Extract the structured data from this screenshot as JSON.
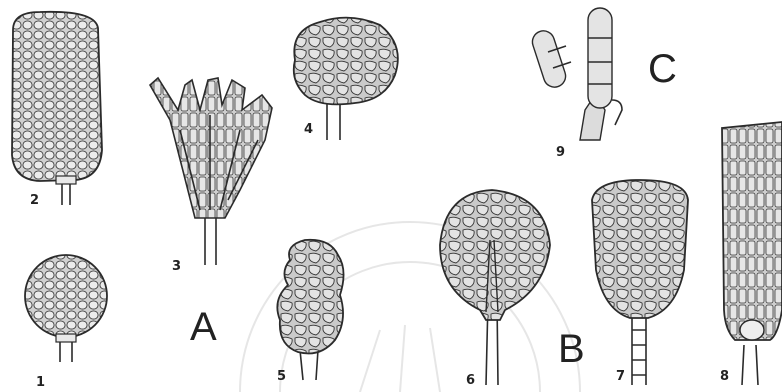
{
  "figure": {
    "group_labels": {
      "a": "A",
      "b": "B",
      "c": "C"
    },
    "specimen_numbers": {
      "s1": "1",
      "s2": "2",
      "s3": "3",
      "s4": "4",
      "s5": "5",
      "s6": "6",
      "s7": "7",
      "s8": "8",
      "s9": "9"
    },
    "colors": {
      "ink": "#2b2b2b",
      "cell_fill": "#c9c9c9",
      "cell_light": "#e2e2e2",
      "watermark": "#e6e6e6"
    }
  }
}
